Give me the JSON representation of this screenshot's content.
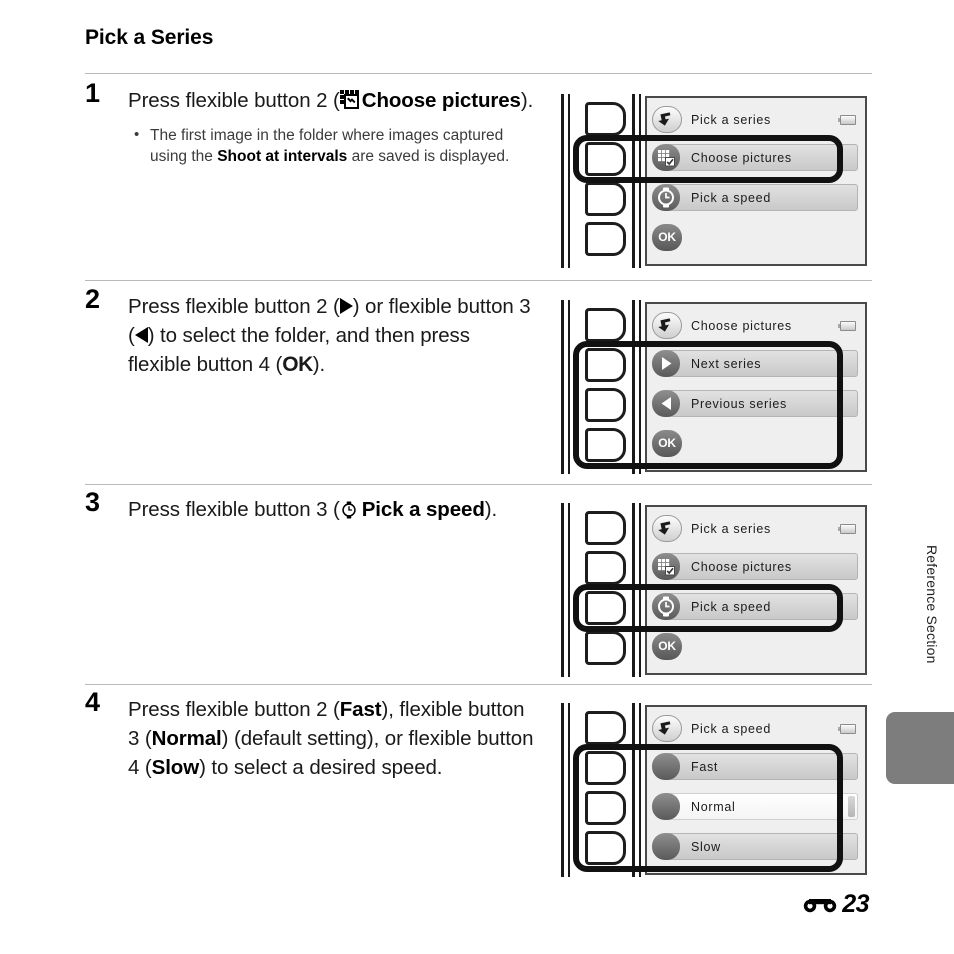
{
  "document": {
    "title": "Pick a Series",
    "side_label": "Reference Section",
    "footer": {
      "section_icon": "reference-section-icon",
      "page_number": "23"
    }
  },
  "steps": [
    {
      "number": "1",
      "text_parts": [
        {
          "type": "text",
          "value": "Press flexible button 2 ("
        },
        {
          "type": "icon",
          "value": "choose-pictures-grid-icon"
        },
        {
          "type": "bold",
          "value": "Choose pictures"
        },
        {
          "type": "text",
          "value": ")."
        }
      ],
      "bullets": [
        {
          "parts": [
            {
              "type": "text",
              "value": "The first image in the folder where images captured using the "
            },
            {
              "type": "bold",
              "value": "Shoot at intervals"
            },
            {
              "type": "text",
              "value": " are saved is displayed."
            }
          ]
        }
      ],
      "screen": {
        "name": "pick-a-series-menu",
        "title": "Pick a series",
        "title_icon": "back-arrow-icon",
        "battery_icon": "battery-icon",
        "rows": [
          {
            "label": "Choose pictures",
            "icon": "grid-checkbox-icon",
            "style": "normal"
          },
          {
            "label": "Pick a speed",
            "icon": "clock-icon",
            "style": "normal"
          },
          {
            "label": "OK",
            "icon": "ok-icon",
            "style": "ok"
          }
        ],
        "highlight": "button-2-choose-pictures"
      }
    },
    {
      "number": "2",
      "text_parts": [
        {
          "type": "text",
          "value": "Press flexible button 2 ("
        },
        {
          "type": "icon",
          "value": "right-triangle-icon"
        },
        {
          "type": "text",
          "value": ") or flexible button 3 ("
        },
        {
          "type": "icon",
          "value": "left-triangle-icon"
        },
        {
          "type": "text",
          "value": ") to select the folder, and then press flexible button 4 ("
        },
        {
          "type": "ok",
          "value": "OK"
        },
        {
          "type": "text",
          "value": ")."
        }
      ],
      "bullets": [],
      "screen": {
        "name": "choose-pictures-menu",
        "title": "Choose pictures",
        "title_icon": "back-arrow-icon",
        "battery_icon": "battery-icon",
        "rows": [
          {
            "label": "Next series",
            "icon": "right-triangle-icon",
            "style": "normal"
          },
          {
            "label": "Previous series",
            "icon": "left-triangle-icon",
            "style": "normal"
          },
          {
            "label": "OK",
            "icon": "ok-icon",
            "style": "ok"
          }
        ],
        "highlight": "buttons-2-3-4"
      }
    },
    {
      "number": "3",
      "text_parts": [
        {
          "type": "text",
          "value": "Press flexible button 3 ("
        },
        {
          "type": "icon",
          "value": "clock-icon"
        },
        {
          "type": "bold",
          "value": "Pick a speed"
        },
        {
          "type": "text",
          "value": ")."
        }
      ],
      "bullets": [],
      "screen": {
        "name": "pick-a-series-menu-speed-highlighted",
        "title": "Pick a series",
        "title_icon": "back-arrow-icon",
        "battery_icon": "battery-icon",
        "rows": [
          {
            "label": "Choose pictures",
            "icon": "grid-checkbox-icon",
            "style": "normal"
          },
          {
            "label": "Pick a speed",
            "icon": "clock-icon",
            "style": "normal"
          },
          {
            "label": "OK",
            "icon": "ok-icon",
            "style": "ok"
          }
        ],
        "highlight": "button-3-pick-a-speed"
      }
    },
    {
      "number": "4",
      "text_parts": [
        {
          "type": "text",
          "value": "Press flexible button 2 ("
        },
        {
          "type": "bold",
          "value": "Fast"
        },
        {
          "type": "text",
          "value": "), flexible button 3 ("
        },
        {
          "type": "bold",
          "value": "Normal"
        },
        {
          "type": "text",
          "value": ") (default setting), or flexible button 4 ("
        },
        {
          "type": "bold",
          "value": "Slow"
        },
        {
          "type": "text",
          "value": ") to select a desired speed."
        }
      ],
      "bullets": [],
      "screen": {
        "name": "pick-a-speed-menu",
        "title": "Pick a speed",
        "title_icon": "back-arrow-icon",
        "battery_icon": "battery-icon",
        "rows": [
          {
            "label": "Fast",
            "icon": "bullet-chip-icon",
            "style": "normal"
          },
          {
            "label": "Normal",
            "icon": "bullet-chip-icon",
            "style": "selected"
          },
          {
            "label": "Slow",
            "icon": "bullet-chip-icon",
            "style": "normal"
          }
        ],
        "highlight": "buttons-2-3-4"
      }
    }
  ],
  "colors": {
    "rule": "#b9b9b9",
    "highlight_stroke": "#111111",
    "side_tab": "#7d7d7d",
    "lcd_background": "#efefef"
  }
}
